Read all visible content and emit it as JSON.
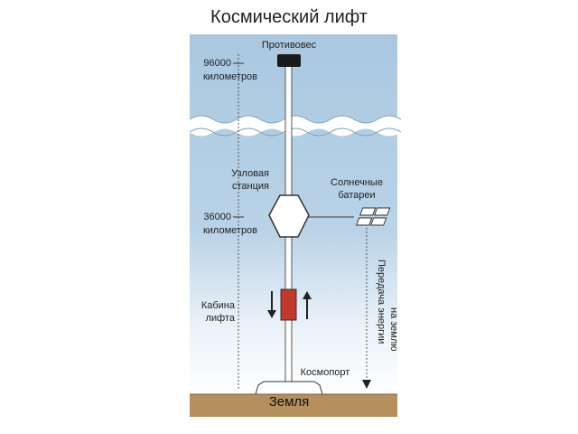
{
  "title": "Космический лифт",
  "labels": {
    "counterweight": "Противовес",
    "alt_96000_value": "96000",
    "alt_96000_unit": "километров",
    "node_station_line1": "Узловая",
    "node_station_line2": "станция",
    "solar_line1": "Солнечные",
    "solar_line2": "батареи",
    "alt_36000_value": "36000",
    "alt_36000_unit": "километров",
    "cabin_line1": "Кабина",
    "cabin_line2": "лифта",
    "energy_line1": "Передача энергии",
    "energy_line2": "на землю",
    "spaceport": "Космопорт",
    "earth": "Земля"
  },
  "colors": {
    "sky_top": "#a9c8e0",
    "sky_bottom": "#ffffff",
    "ground": "#b58f5c",
    "cable": "#ffffff",
    "cabin": "#c0392b",
    "counterweight": "#1a1a1a",
    "outline": "#333333"
  }
}
